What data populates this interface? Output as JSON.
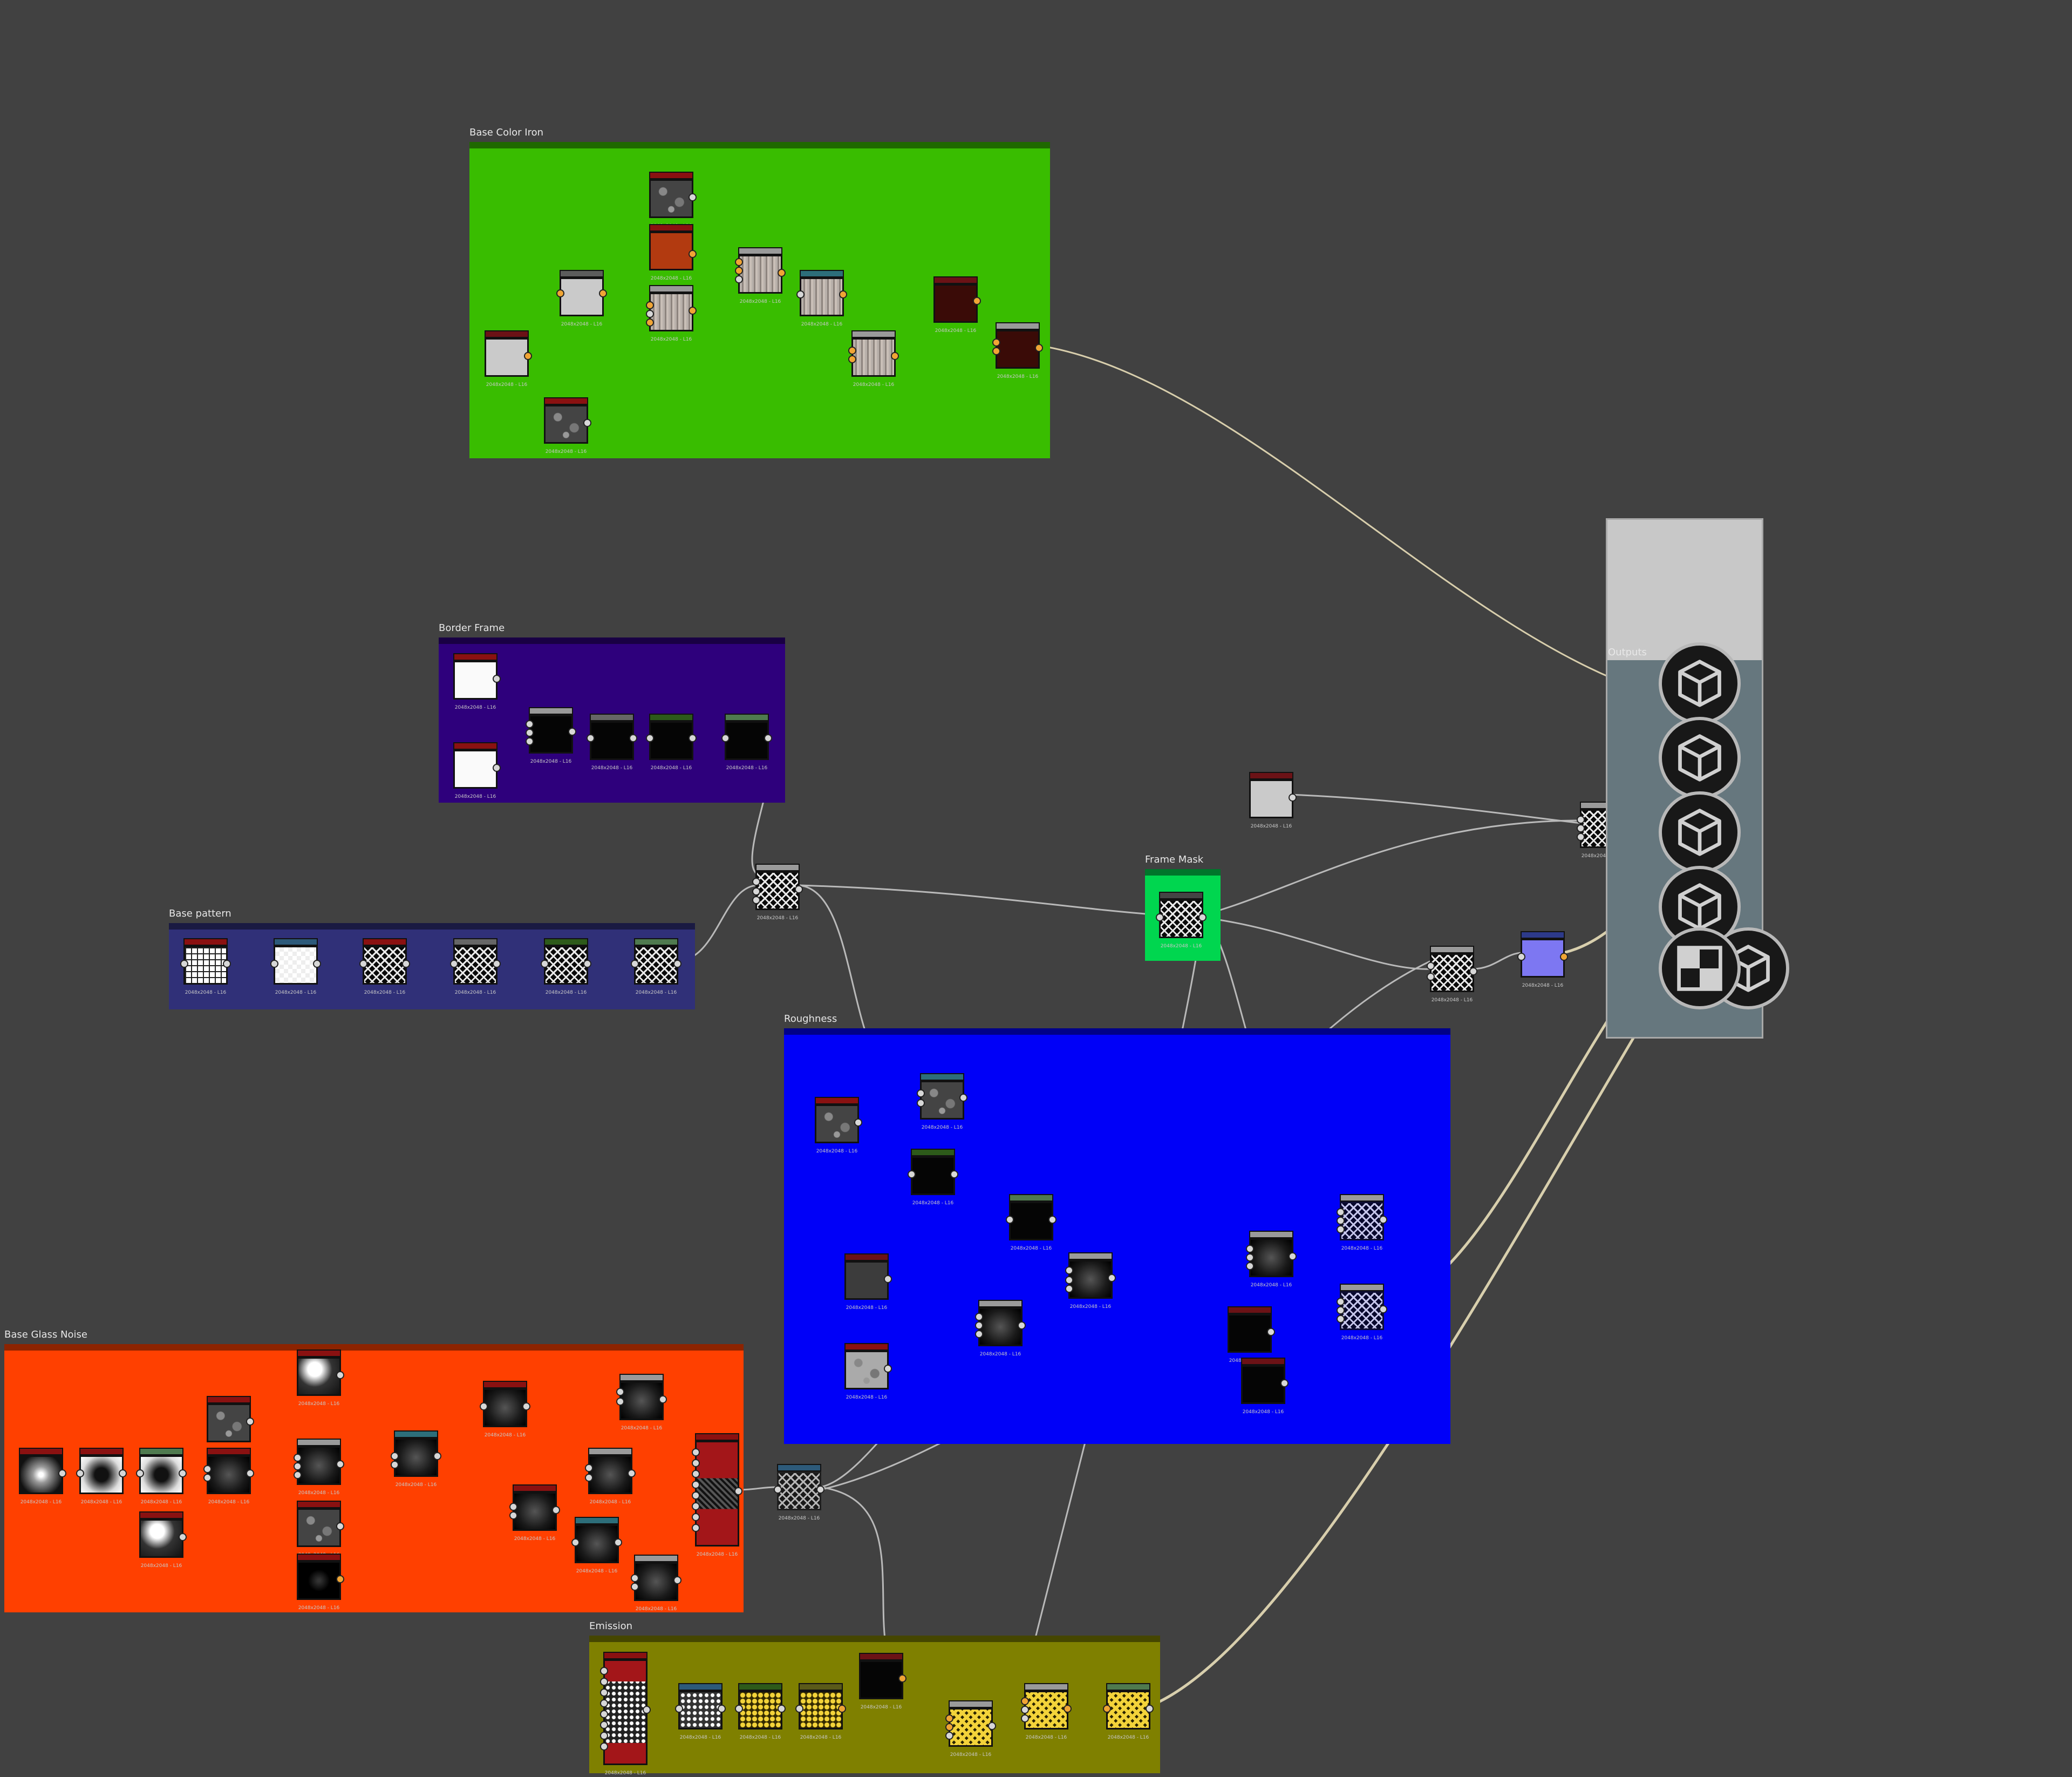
{
  "frames": {
    "base_color_iron": {
      "title": "Base Color Iron",
      "color": "#39bd00"
    },
    "border_frame": {
      "title": "Border Frame",
      "color": "#2e007c"
    },
    "base_pattern": {
      "title": "Base pattern",
      "color": "#303078"
    },
    "frame_mask": {
      "title": "Frame Mask",
      "color": "#00d64f"
    },
    "roughness": {
      "title": "Roughness",
      "color": "#0000f8"
    },
    "base_glass_noise": {
      "title": "Base Glass Noise",
      "color": "#ff4000"
    },
    "emission": {
      "title": "Emission",
      "color": "#7f8000"
    },
    "outputs": {
      "title": "Outputs"
    }
  },
  "node_resolution": "2048x2048 - L16",
  "output_icons": [
    "cube-icon",
    "cube-icon",
    "cube-icon",
    "cube-icon",
    "checker-icon",
    "cube-icon"
  ],
  "colors": {
    "background": "#414141",
    "wire": "#cfcfcf",
    "wire_orange": "#f0a535",
    "wire_cream": "#f3e8c0"
  }
}
